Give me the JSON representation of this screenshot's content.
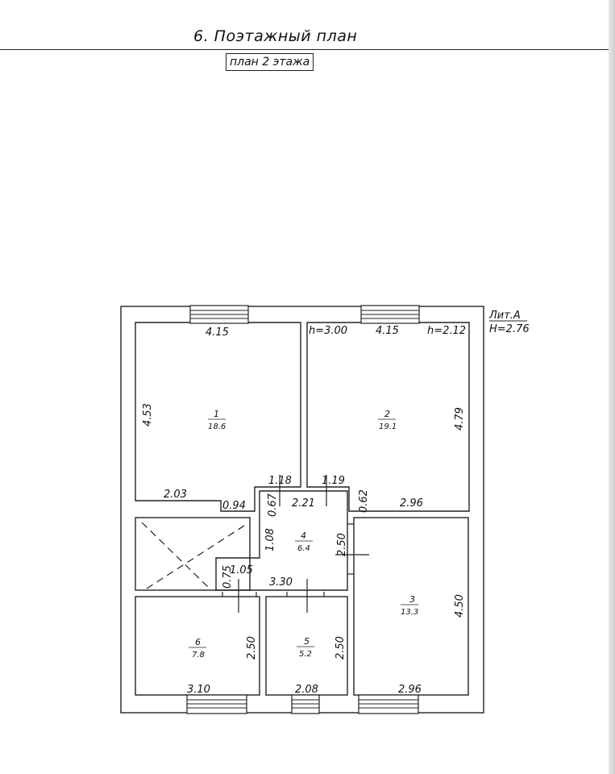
{
  "header": {
    "title": "6. Поэтажный план",
    "floor_label": "план 2 этажа"
  },
  "building": {
    "litera": "Лит.А",
    "height": "H=2.76"
  },
  "rooms": [
    {
      "number": "1",
      "area": "18.6"
    },
    {
      "number": "2",
      "area": "19.1"
    },
    {
      "number": "3",
      "area": "13.3"
    },
    {
      "number": "4",
      "area": "6.4"
    },
    {
      "number": "5",
      "area": "5.2"
    },
    {
      "number": "6",
      "area": "7.8"
    }
  ],
  "ceiling_heights": {
    "left": "h=3.00",
    "right": "h=2.12"
  },
  "dimensions": {
    "r1_top": "4.15",
    "r1_side": "4.53",
    "r1_bottom": "2.03",
    "r1_step": "0.94",
    "c_118": "1.18",
    "c_067": "0.67",
    "c_108": "1.08",
    "c_221": "2.21",
    "c_119": "1.19",
    "c_250": "2.50",
    "c_330": "3.30",
    "c_075": "0.75",
    "c_105": "1.05",
    "r2_top": "4.15",
    "r2_side": "4.79",
    "r2_062": "0.62",
    "r2_bottom": "2.96",
    "r3_side": "4.50",
    "r3_bottom": "2.96",
    "r6_side": "2.50",
    "r6_bottom": "3.10",
    "r5_side": "2.50",
    "r5_bottom": "2.08"
  }
}
